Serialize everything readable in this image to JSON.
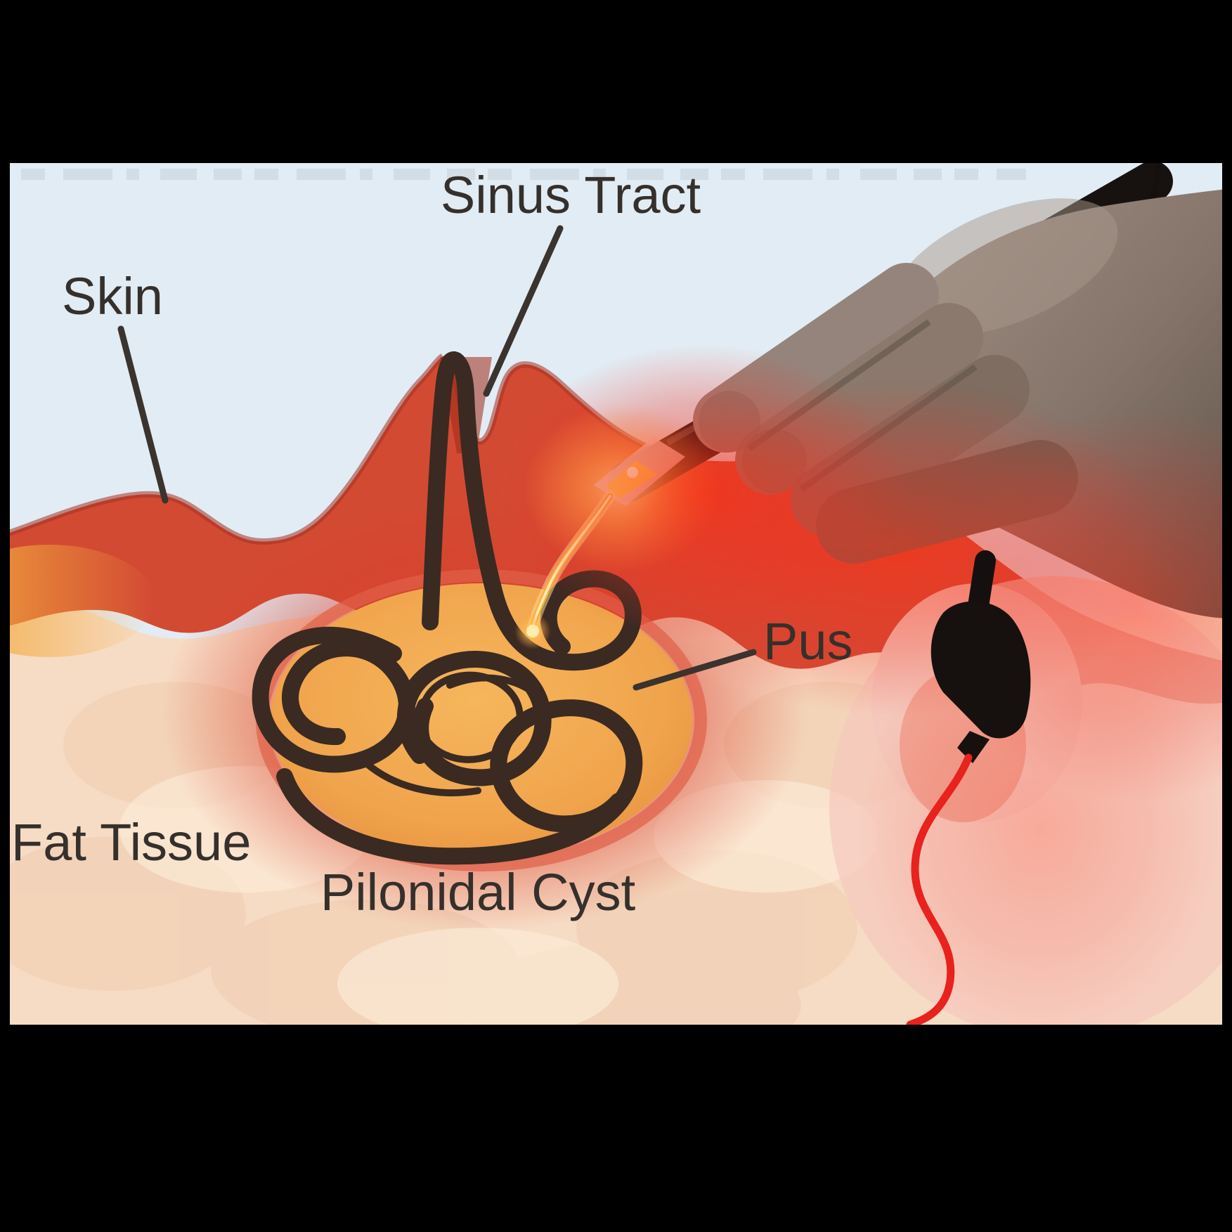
{
  "figure": {
    "labels": {
      "sinus_tract": "Sinus Tract",
      "skin": "Skin",
      "pus": "Pus",
      "fat_tissue": "Fat Tissue",
      "pilonidal_cyst": "Pilonidal Cyst"
    },
    "colors": {
      "letterbox": "#000000",
      "sky": "#e2ecf4",
      "skin_red": "#d34a33",
      "skin_red_dark": "#a33122",
      "fat": "#f7dcc5",
      "cyst_orange": "#f1a64e",
      "cyst_rim": "#e06048",
      "hair_brown": "#3a2a22",
      "label_text": "#35302c",
      "leader_line": "#3a332e",
      "cable_red": "#e8221c",
      "hand_gray": "#8d7d73",
      "pen_black": "#17120f",
      "fiber_yellow": "#ffae36",
      "pink_tissue": "#f4c8bc",
      "glow_red": "#f03222"
    }
  }
}
